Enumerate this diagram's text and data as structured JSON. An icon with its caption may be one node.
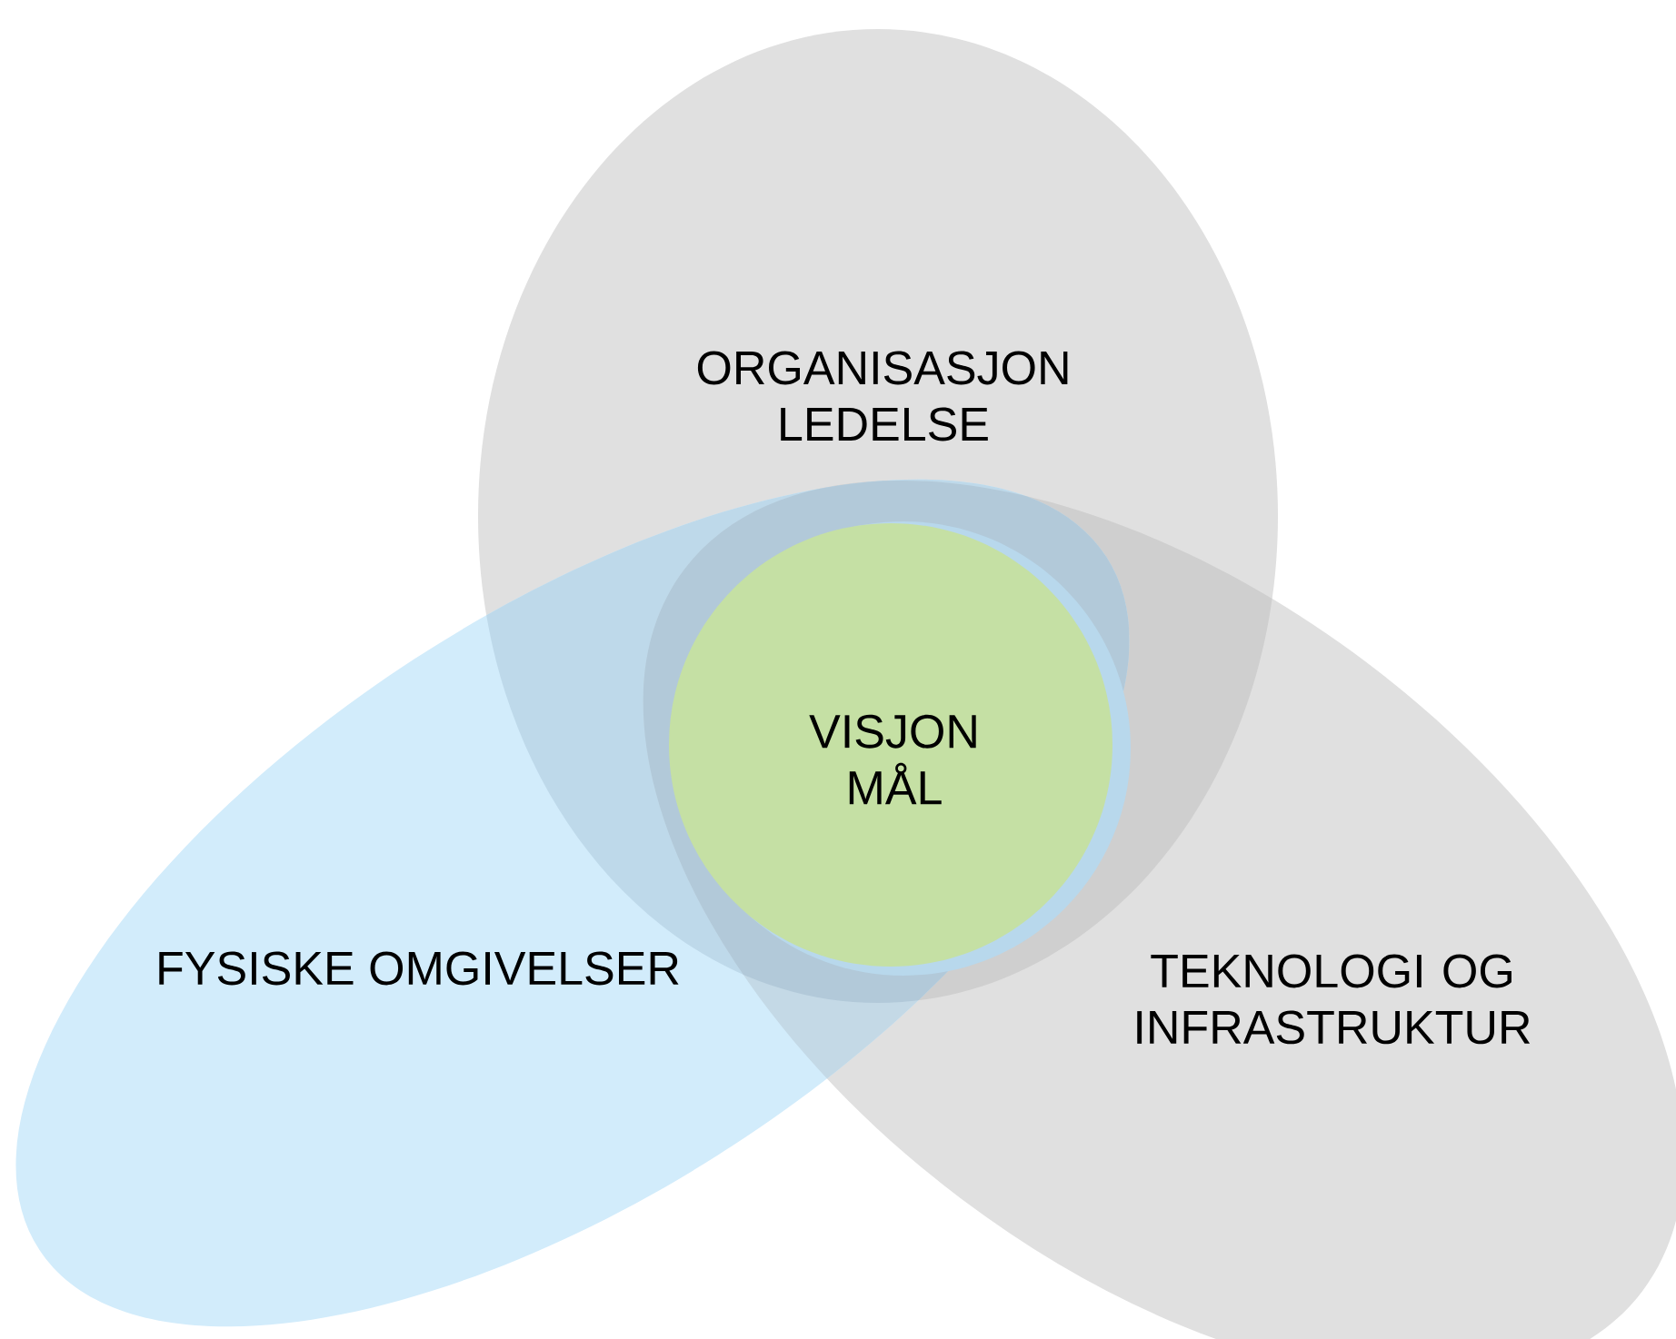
{
  "diagram": {
    "nodes": [
      {
        "text": [
          "ORGANISASJON LEDELSE"
        ]
      },
      {
        "text": [
          "VISJON MÅL"
        ]
      },
      {
        "text": [
          "FYSISKE OMGIVELSER"
        ]
      },
      {
        "text": [
          "TEKNOLOGI OG INFRASTRUKTUR"
        ]
      }
    ]
  }
}
